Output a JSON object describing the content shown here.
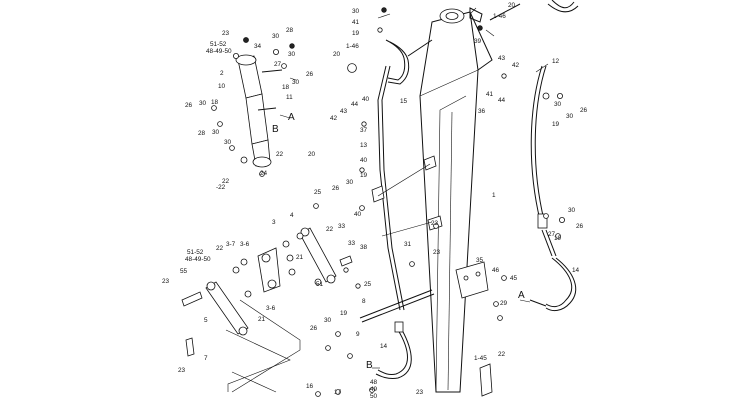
{
  "diagram": {
    "callouts": [
      {
        "id": "c1",
        "text": "23"
      },
      {
        "id": "c2",
        "text": "51-52"
      },
      {
        "id": "c3",
        "text": "48-49-50"
      },
      {
        "id": "c4",
        "text": "30"
      },
      {
        "id": "c5",
        "text": "34"
      },
      {
        "id": "c6",
        "text": "28"
      },
      {
        "id": "c7",
        "text": "30"
      },
      {
        "id": "c8",
        "text": "27"
      },
      {
        "id": "c9",
        "text": "26"
      },
      {
        "id": "c10",
        "text": "2"
      },
      {
        "id": "c11",
        "text": "30"
      },
      {
        "id": "c12",
        "text": "10"
      },
      {
        "id": "c13",
        "text": "18"
      },
      {
        "id": "c14",
        "text": "11"
      },
      {
        "id": "c15",
        "text": "26"
      },
      {
        "id": "c16",
        "text": "30"
      },
      {
        "id": "c17",
        "text": "18"
      },
      {
        "id": "c18",
        "text": "28"
      },
      {
        "id": "c19",
        "text": "30"
      },
      {
        "id": "c20",
        "text": "24"
      },
      {
        "id": "c21",
        "text": "22"
      },
      {
        "id": "c22",
        "text": "22"
      },
      {
        "id": "c23",
        "text": "30"
      },
      {
        "id": "c24",
        "text": "41"
      },
      {
        "id": "c25",
        "text": "19"
      },
      {
        "id": "c26",
        "text": "1-46"
      },
      {
        "id": "c27",
        "text": "20"
      },
      {
        "id": "c28",
        "text": "15"
      },
      {
        "id": "c29",
        "text": "44"
      },
      {
        "id": "c30",
        "text": "43"
      },
      {
        "id": "c31",
        "text": "42"
      },
      {
        "id": "c32",
        "text": "40"
      },
      {
        "id": "c33",
        "text": "37"
      },
      {
        "id": "c34",
        "text": "13"
      },
      {
        "id": "c35",
        "text": "40"
      },
      {
        "id": "c36",
        "text": "19"
      },
      {
        "id": "c37",
        "text": "20"
      },
      {
        "id": "c38",
        "text": "1-46"
      },
      {
        "id": "c39",
        "text": "39"
      },
      {
        "id": "c40",
        "text": "43"
      },
      {
        "id": "c41",
        "text": "42"
      },
      {
        "id": "c42",
        "text": "41"
      },
      {
        "id": "c43",
        "text": "44"
      },
      {
        "id": "c44",
        "text": "36"
      },
      {
        "id": "c45",
        "text": "12"
      },
      {
        "id": "c46",
        "text": "19"
      },
      {
        "id": "c47",
        "text": "30"
      },
      {
        "id": "c48",
        "text": "26"
      },
      {
        "id": "c49",
        "text": "19"
      },
      {
        "id": "c50",
        "text": "30"
      },
      {
        "id": "c51",
        "text": "26"
      },
      {
        "id": "c52",
        "text": "1"
      },
      {
        "id": "c53",
        "text": "30"
      },
      {
        "id": "c54",
        "text": "26"
      },
      {
        "id": "c55",
        "text": "40"
      },
      {
        "id": "c56",
        "text": "25"
      },
      {
        "id": "c57",
        "text": "3"
      },
      {
        "id": "c58",
        "text": "4"
      },
      {
        "id": "c59",
        "text": "38"
      },
      {
        "id": "c60",
        "text": "33"
      },
      {
        "id": "c61",
        "text": "33"
      },
      {
        "id": "c62",
        "text": "22"
      },
      {
        "id": "c63",
        "text": "51-52"
      },
      {
        "id": "c64",
        "text": "22"
      },
      {
        "id": "c65",
        "text": "3-7"
      },
      {
        "id": "c66",
        "text": "48-49-50"
      },
      {
        "id": "c67",
        "text": "3-6"
      },
      {
        "id": "c68",
        "text": "21"
      },
      {
        "id": "c69",
        "text": "51"
      },
      {
        "id": "c70",
        "text": "23"
      },
      {
        "id": "c71",
        "text": "55"
      },
      {
        "id": "c72",
        "text": "5"
      },
      {
        "id": "c73",
        "text": "3-6"
      },
      {
        "id": "c74",
        "text": "21"
      },
      {
        "id": "c75",
        "text": "25"
      },
      {
        "id": "c76",
        "text": "31"
      },
      {
        "id": "c77",
        "text": "23"
      },
      {
        "id": "c78",
        "text": "35"
      },
      {
        "id": "c79",
        "text": "46"
      },
      {
        "id": "c80",
        "text": "45"
      },
      {
        "id": "c81",
        "text": "29"
      },
      {
        "id": "c82",
        "text": "8"
      },
      {
        "id": "c83",
        "text": "30"
      },
      {
        "id": "c84",
        "text": "19"
      },
      {
        "id": "c85",
        "text": "26"
      },
      {
        "id": "c86",
        "text": "9"
      },
      {
        "id": "c87",
        "text": "14"
      },
      {
        "id": "c88",
        "text": "14"
      },
      {
        "id": "c89",
        "text": "1-45"
      },
      {
        "id": "c90",
        "text": "22"
      },
      {
        "id": "c91",
        "text": "23"
      },
      {
        "id": "c92",
        "text": "16"
      },
      {
        "id": "c93",
        "text": "17"
      },
      {
        "id": "c94",
        "text": "7"
      },
      {
        "id": "c95",
        "text": "23"
      },
      {
        "id": "c96",
        "text": "23"
      },
      {
        "id": "c97",
        "text": "48"
      },
      {
        "id": "c98",
        "text": "49"
      },
      {
        "id": "c99",
        "text": "50"
      },
      {
        "id": "c100",
        "text": "30"
      },
      {
        "id": "c101",
        "text": "-22"
      },
      {
        "id": "c102",
        "text": "27"
      },
      {
        "id": "c103",
        "text": "20"
      },
      {
        "id": "c104",
        "text": "30"
      }
    ],
    "ref_labels": {
      "a_upper": "A",
      "b_upper": "B",
      "a_lower": "A",
      "b_lower": "B"
    }
  }
}
